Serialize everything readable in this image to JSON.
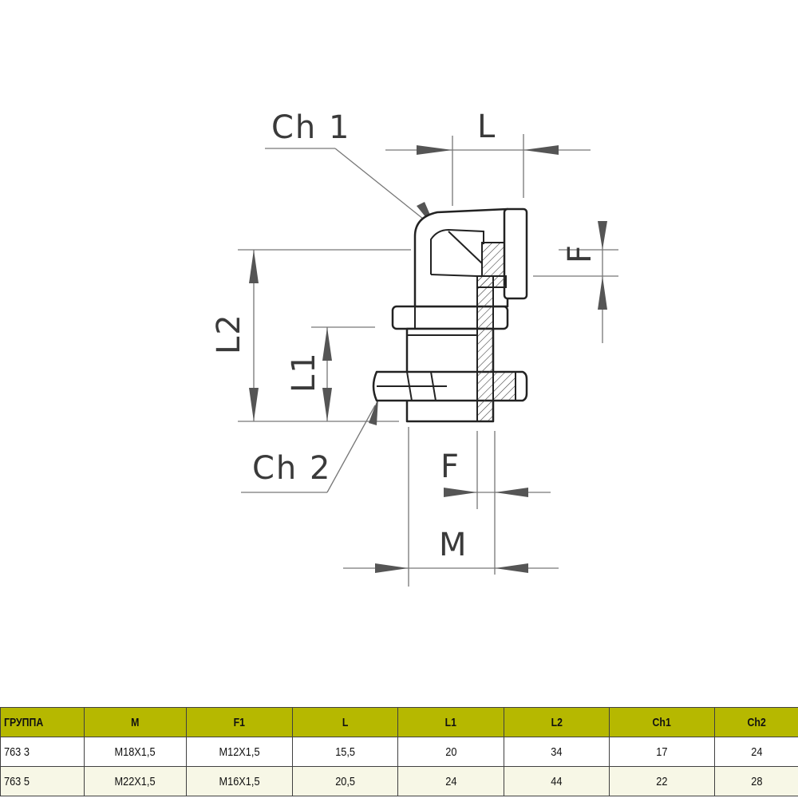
{
  "drawing": {
    "labels": {
      "ch1": "Ch 1",
      "ch2": "Ch 2",
      "L": "L",
      "L1": "L1",
      "L2": "L2",
      "F_bottom": "F",
      "F_side": "F",
      "M": "M"
    }
  },
  "table": {
    "headers": [
      "ГРУППА",
      "M",
      "F1",
      "L",
      "L1",
      "L2",
      "Ch1",
      "Ch2"
    ],
    "rows": [
      [
        "763 3",
        "M18X1,5",
        "M12X1,5",
        "15,5",
        "20",
        "34",
        "17",
        "24"
      ],
      [
        "763 5",
        "M22X1,5",
        "M16X1,5",
        "20,5",
        "24",
        "44",
        "22",
        "28"
      ]
    ],
    "header_color": "#b6b800"
  }
}
